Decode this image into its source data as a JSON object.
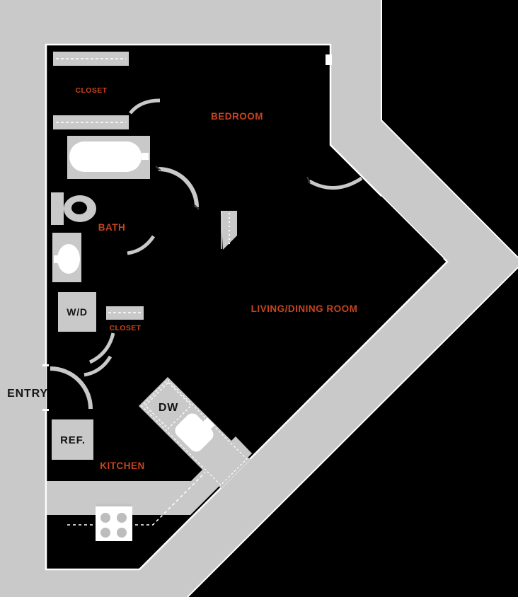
{
  "floorplan": {
    "labels": {
      "closet_bedroom": "CLOSET",
      "bedroom": "BEDROOM",
      "bath": "BATH",
      "washer_dryer": "W/D",
      "closet_hall": "CLOSET",
      "living_dining": "LIVING/DINING ROOM",
      "entry": "ENTRY",
      "refrigerator": "REF.",
      "dishwasher": "DW",
      "kitchen": "KITCHEN"
    },
    "colors": {
      "background_gray": "#c9c9c9",
      "floor_black": "#000000",
      "fixture_gray": "#c9c9c9",
      "wall_line_white": "#ffffff",
      "label_orange": "#c8441c"
    }
  }
}
